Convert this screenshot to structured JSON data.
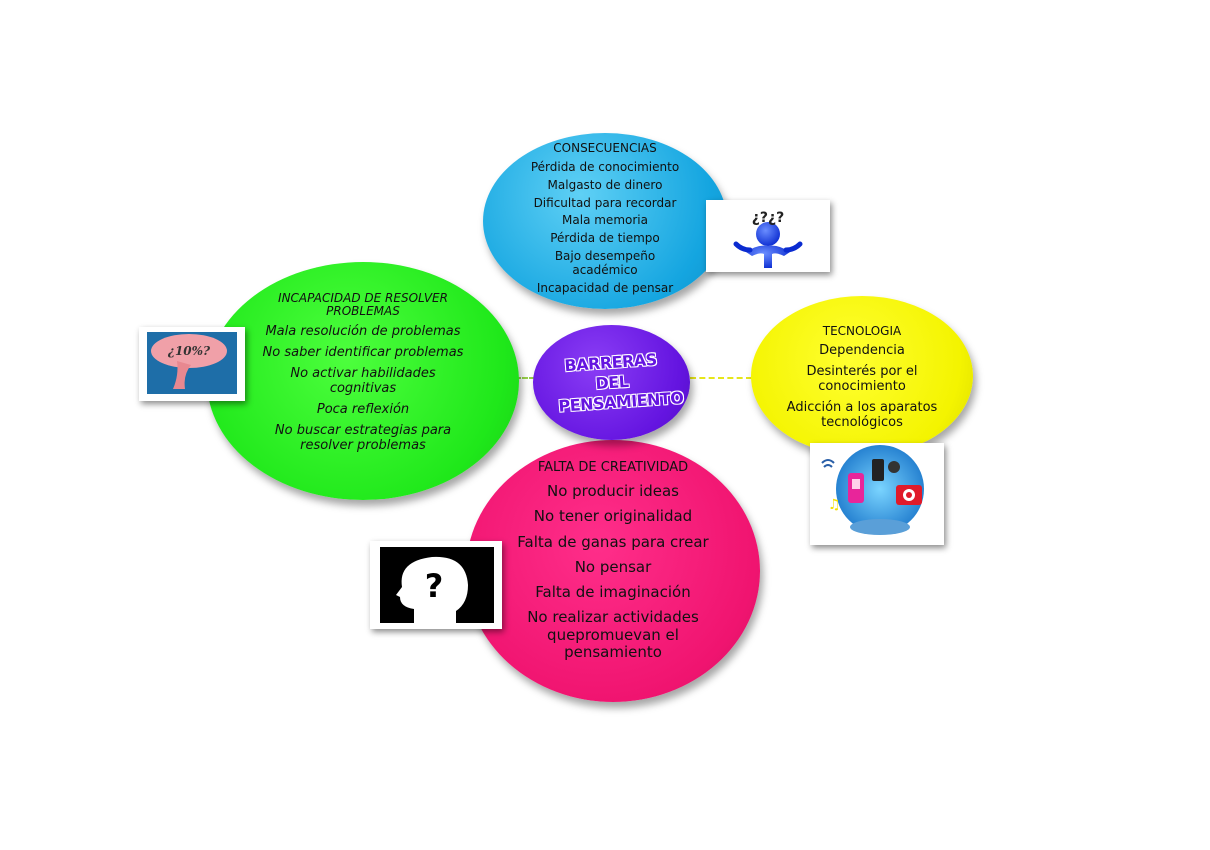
{
  "center": {
    "label": "BARRERAS DEL PENSAMIENTO"
  },
  "consecuencias": {
    "title": "CONSECUENCIAS",
    "items": [
      "Pérdida de conocimiento",
      "Malgasto de dinero",
      "Dificultad para recordar",
      "Mala memoria",
      "Pérdida de tiempo",
      "Bajo desempeño académico",
      "Incapacidad de pensar"
    ]
  },
  "incapacidad": {
    "title": "INCAPACIDAD DE RESOLVER PROBLEMAS",
    "items": [
      "Mala resolución de problemas",
      "No saber identificar problemas",
      "No activar habilidades cognitivas",
      "Poca reflexión",
      "No buscar estrategias para resolver problemas"
    ]
  },
  "tecnologia": {
    "title": "TECNOLOGIA",
    "items": [
      "Dependencia",
      "Desinterés por el conocimiento",
      "Adicción a los aparatos tecnológicos"
    ]
  },
  "falta_creatividad": {
    "title": "FALTA DE CREATIVIDAD",
    "items": [
      "No producir ideas",
      "No tener originalidad",
      "Falta de ganas para crear",
      "No pensar",
      "Falta de imaginación",
      "No realizar actividades quepromuevan el pensamiento"
    ]
  },
  "images": {
    "brain_text": "¿10%?",
    "confused_marks": "¿?¿?",
    "head_mark": "?"
  },
  "colors": {
    "consecuencias": "#14a5e0",
    "incapacidad": "#1fe81a",
    "center": "#6414e0",
    "tecnologia": "#f4f400",
    "falta_creatividad": "#f01470"
  }
}
